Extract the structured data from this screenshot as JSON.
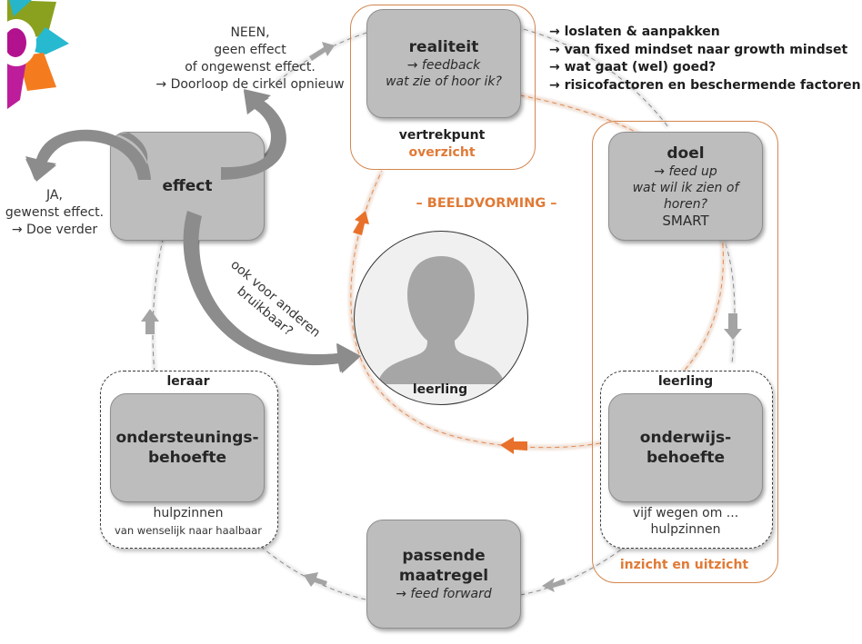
{
  "colors": {
    "accent_orange": "#e07a36",
    "box_fill": "#bdbdbd",
    "arrow_gray": "#9a9a9a",
    "frame_orange": "#d3864f"
  },
  "logo": {
    "icon": "colorful-star-logo-icon"
  },
  "realiteit": {
    "title": "realiteit",
    "line1": "→ feedback",
    "line2": "wat zie of hoor ik?",
    "frame_label": "vertrekpunt",
    "frame_label_orange": "overzicht"
  },
  "realiteit_notes": [
    "→ loslaten & aanpakken",
    "→ van fixed mindset naar growth mindset",
    "→ wat gaat (wel) goed?",
    "→ risicofactoren en beschermende factoren"
  ],
  "doel": {
    "title": "doel",
    "line1": "→ feed up",
    "line2": "wat wil ik zien of",
    "line3": "horen?",
    "line4": "SMART"
  },
  "onderwijsbehoefte": {
    "frame_label": "leerling",
    "title1": "onderwijs-",
    "title2": "behoefte",
    "note1": "vijf wegen om ...",
    "note2": "hulpzinnen",
    "outer_label_orange": "inzicht en uitzicht"
  },
  "passende": {
    "title1": "passende",
    "title2": "maatregel",
    "line1": "→ feed forward"
  },
  "ondersteuning": {
    "frame_label": "leraar",
    "title1": "ondersteunings-",
    "title2": "behoefte",
    "note1": "hulpzinnen",
    "note2": "van wenselijk naar haalbaar"
  },
  "effect": {
    "title": "effect",
    "neen": [
      "NEEN,",
      "geen effect",
      "of ongewenst effect.",
      "→ Doorloop de cirkel opnieuw"
    ],
    "ja": [
      "JA,",
      "gewenst effect.",
      "→ Doe verder"
    ],
    "anderen": [
      "ook voor anderen",
      "bruikbaar?"
    ]
  },
  "center": {
    "heading": "– BEELDVORMING –",
    "avatar_label": "leerling",
    "avatar_icon": "person-silhouette-icon"
  }
}
